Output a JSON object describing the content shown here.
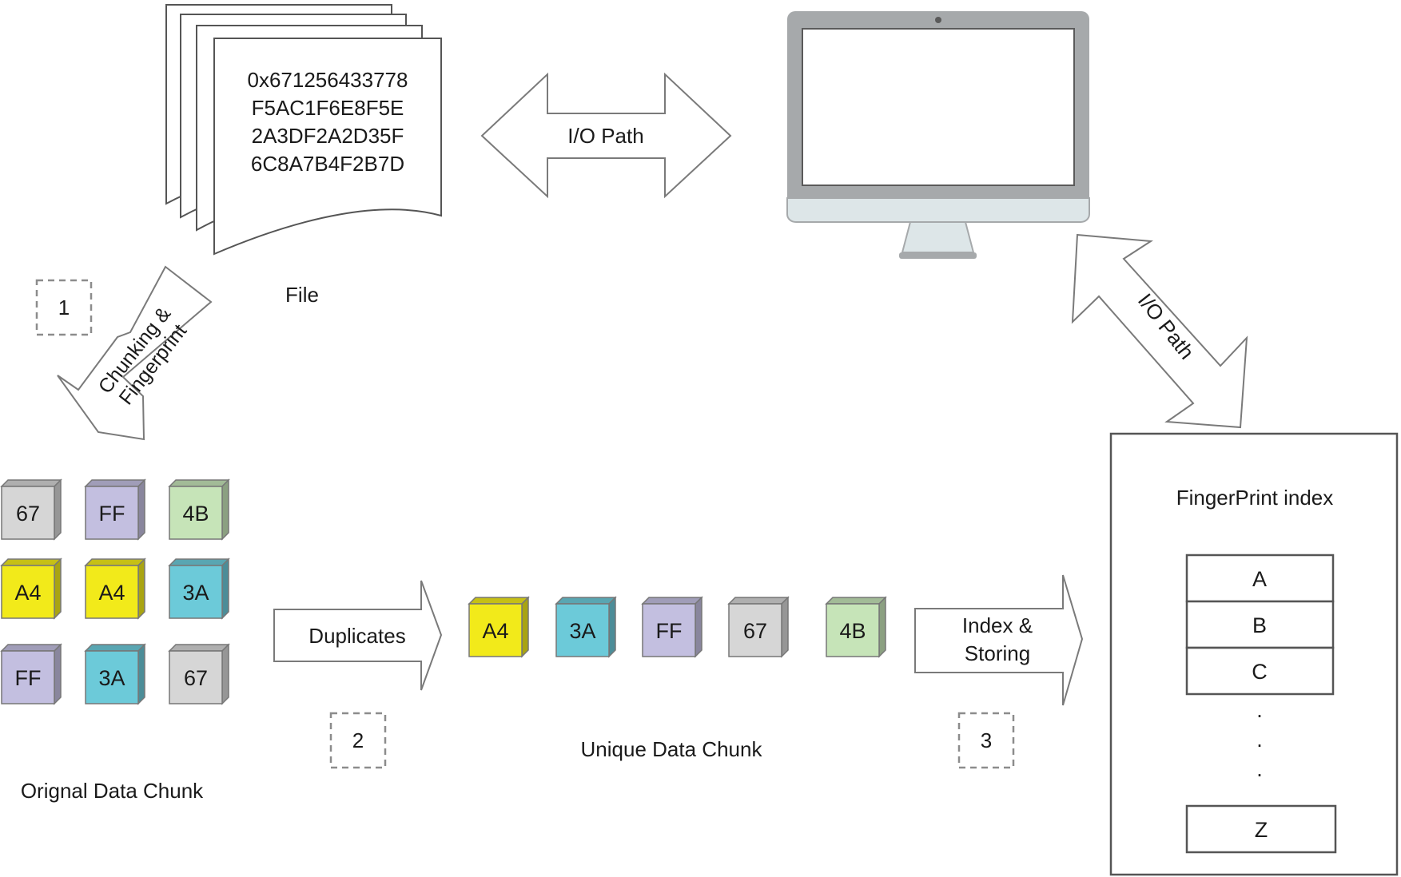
{
  "file": {
    "lines": [
      "0x671256433778",
      "F5AC1F6E8F5E",
      "2A3DF2A2D35F",
      "6C8A7B4F2B7D"
    ],
    "caption": "File"
  },
  "io_path_top": "I/O Path",
  "io_path_right": "I/O Path",
  "step1": {
    "number": "1",
    "label_line1": "Chunking &",
    "label_line2": "Fingerprint"
  },
  "original_chunks": {
    "caption": "Orignal Data Chunk",
    "items": [
      {
        "label": "67",
        "color": "#d6d6d6"
      },
      {
        "label": "FF",
        "color": "#c3bfe0"
      },
      {
        "label": "4B",
        "color": "#c6e4b8"
      },
      {
        "label": "A4",
        "color": "#f2ea1a"
      },
      {
        "label": "A4",
        "color": "#f2ea1a"
      },
      {
        "label": "3A",
        "color": "#6ccad9"
      },
      {
        "label": "FF",
        "color": "#c3bfe0"
      },
      {
        "label": "3A",
        "color": "#6ccad9"
      },
      {
        "label": "67",
        "color": "#d6d6d6"
      }
    ]
  },
  "step2": {
    "number": "2",
    "label": "Duplicates"
  },
  "unique_chunks": {
    "caption": "Unique Data Chunk",
    "items": [
      {
        "label": "A4",
        "color": "#f2ea1a"
      },
      {
        "label": "3A",
        "color": "#6ccad9"
      },
      {
        "label": "FF",
        "color": "#c3bfe0"
      },
      {
        "label": "67",
        "color": "#d6d6d6"
      },
      {
        "label": "4B",
        "color": "#c6e4b8"
      }
    ]
  },
  "step3": {
    "number": "3",
    "label_line1": "Index &",
    "label_line2": "Storing"
  },
  "fingerprint_index": {
    "title": "FingerPrint index",
    "rows": [
      "A",
      "B",
      "C"
    ],
    "dots": [
      ".",
      ".",
      "."
    ],
    "last_row": "Z"
  },
  "colors": {
    "outline": "#7a7a7a",
    "monitor_frame": "#a6a9ab",
    "monitor_chin": "#dde6e8",
    "dashed": "#8c8c8c"
  }
}
